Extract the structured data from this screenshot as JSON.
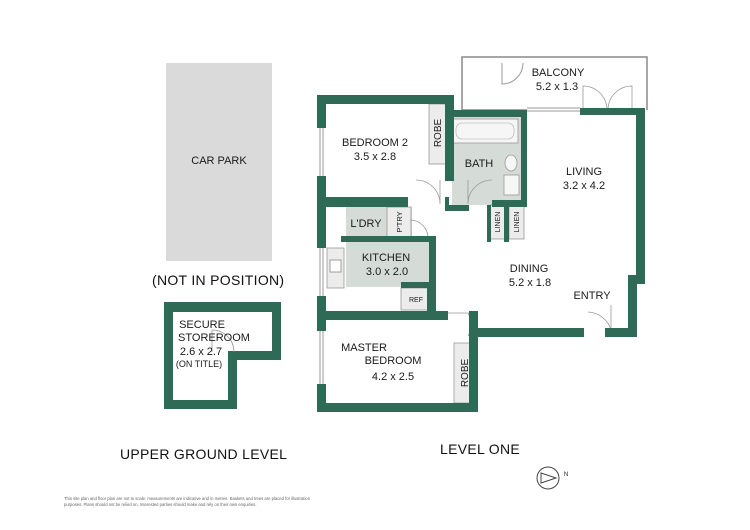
{
  "colors": {
    "wall": "#2e6a55",
    "wet_area": "#d5dcd7",
    "carpark": "#dadada",
    "fixture": "#ececec"
  },
  "car_park": {
    "label": "CAR PARK",
    "note": "(NOT IN POSITION)"
  },
  "storeroom": {
    "name_line1": "SECURE",
    "name_line2": "STOREROOM",
    "size": "2.6 x 2.7",
    "note": "(ON TITLE)"
  },
  "rooms": {
    "balcony": {
      "name": "BALCONY",
      "size": "5.2 x 1.3"
    },
    "bedroom2": {
      "name": "BEDROOM 2",
      "size": "3.5 x 2.8"
    },
    "robe1": {
      "name": "ROBE"
    },
    "bath": {
      "name": "BATH"
    },
    "living": {
      "name": "LIVING",
      "size": "3.2 x 4.2"
    },
    "laundry": {
      "name": "L'DRY"
    },
    "pantry": {
      "name": "P'TRY"
    },
    "linen1": {
      "name": "LINEN"
    },
    "linen2": {
      "name": "LINEN"
    },
    "kitchen": {
      "name": "KITCHEN",
      "size": "3.0 x 2.0"
    },
    "dining": {
      "name": "DINING",
      "size": "5.2 x 1.8"
    },
    "ref": {
      "name": "REF"
    },
    "entry": {
      "name": "ENTRY"
    },
    "master": {
      "name_line1": "MASTER",
      "name_line2": "BEDROOM",
      "size": "4.2 x 2.5"
    },
    "robe2": {
      "name": "ROBE"
    }
  },
  "levels": {
    "upper_ground": "UPPER GROUND LEVEL",
    "level_one": "LEVEL ONE"
  },
  "compass": {
    "north_label": "N"
  },
  "disclaimer": "This site plan and floor plan are not to scale; measurements are indicative and in metres. Baskets and trees are placed for illustration purposes. Plans should not be relied on. Interested parties should make and rely on their own enquiries."
}
